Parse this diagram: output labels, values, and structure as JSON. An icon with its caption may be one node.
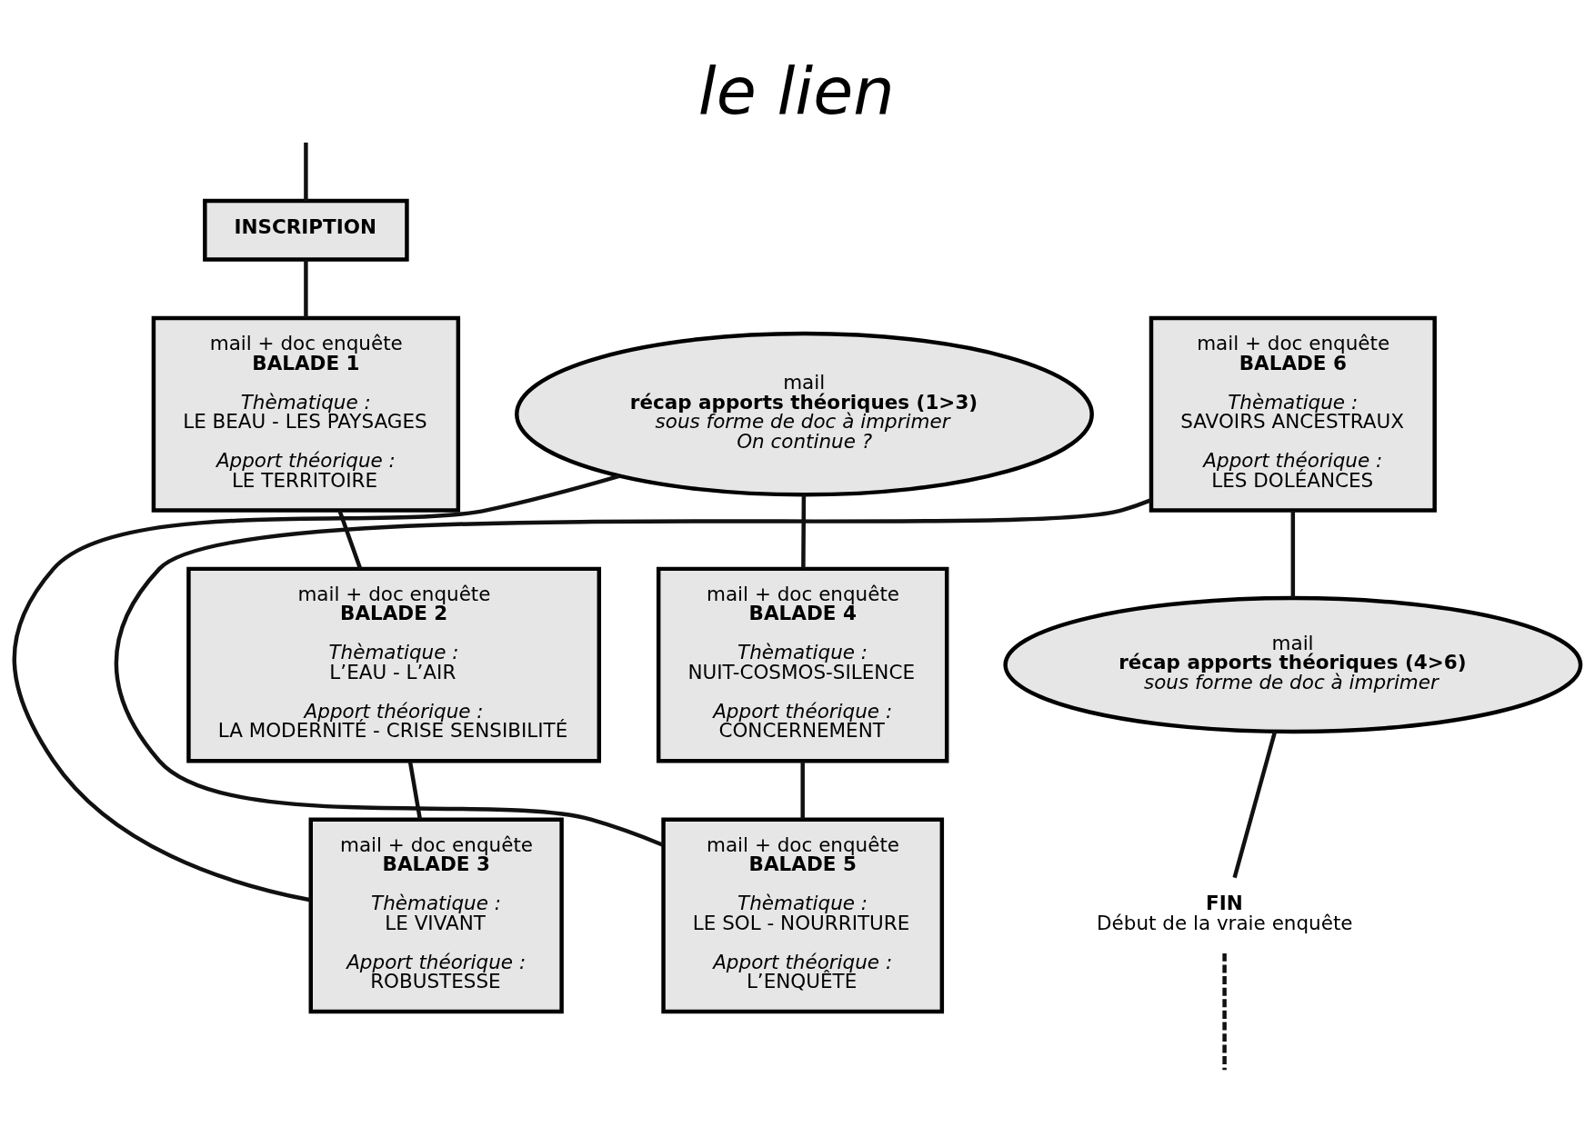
{
  "diagram": {
    "title": "le lien",
    "nodes": [
      {
        "text": [
          "INSCRIPTION"
        ]
      },
      {
        "text": [
          "mail + doc enquête",
          "BALADE 1",
          "Thèmatique :",
          "LE BEAU - LES PAYSAGES",
          "Apport théorique :",
          "LE TERRITOIRE"
        ]
      },
      {
        "text": [
          "mail + doc enquête",
          "BALADE 2",
          "Thèmatique :",
          "L’EAU - L’AIR",
          "Apport théorique :",
          "LA MODERNITÉ - CRISE SENSIBILITÉ"
        ]
      },
      {
        "text": [
          "mail + doc enquête",
          "BALADE 3",
          "Thèmatique :",
          "LE VIVANT",
          "Apport théorique :",
          "ROBUSTESSE"
        ]
      },
      {
        "text": [
          "mail",
          "récap apports théoriques (1>3)",
          "sous forme de doc à imprimer",
          "On continue ?"
        ]
      },
      {
        "text": [
          "mail + doc enquête",
          "BALADE 4",
          "Thèmatique :",
          "NUIT-COSMOS-SILENCE",
          "Apport théorique :",
          "CONCERNEMENT"
        ]
      },
      {
        "text": [
          "mail + doc enquête",
          "BALADE 5",
          "Thèmatique :",
          "LE SOL - NOURRITURE",
          "Apport théorique :",
          "L’ENQUÊTE"
        ]
      },
      {
        "text": [
          "mail + doc enquête",
          "BALADE 6",
          "Thèmatique :",
          "SAVOIRS ANCESTRAUX",
          "Apport théorique :",
          "LES DOLÉANCES"
        ]
      },
      {
        "text": [
          "mail",
          "récap apports théoriques (4>6)",
          "sous forme de doc à imprimer"
        ]
      },
      {
        "text": [
          "FIN",
          "Début de la vraie enquête"
        ]
      }
    ],
    "edges": [
      {
        "from": null,
        "to": 0,
        "arrow": "none"
      },
      {
        "from": 0,
        "to": 1,
        "arrow": "none"
      },
      {
        "from": 1,
        "to": 2,
        "arrow": "none"
      },
      {
        "from": 2,
        "to": 3,
        "arrow": "none"
      },
      {
        "from": 3,
        "to": 4,
        "arrow": "none"
      },
      {
        "from": 4,
        "to": 5,
        "arrow": "none"
      },
      {
        "from": 5,
        "to": 6,
        "arrow": "none"
      },
      {
        "from": 6,
        "to": 7,
        "arrow": "none"
      },
      {
        "from": 7,
        "to": 8,
        "arrow": "none"
      },
      {
        "from": 8,
        "to": 9,
        "arrow": "none"
      },
      {
        "from": 9,
        "to": null,
        "arrow": "none",
        "style": "dashed"
      }
    ]
  }
}
